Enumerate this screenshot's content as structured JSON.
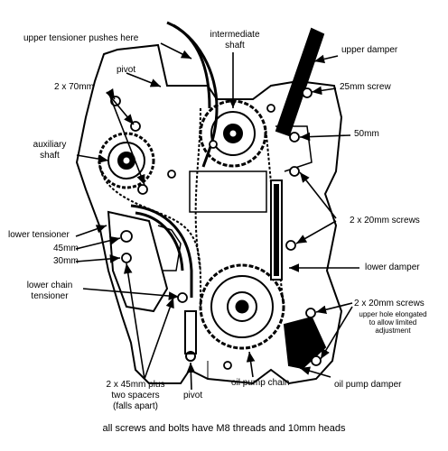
{
  "labels": {
    "upper_tensioner_pushes": "upper tensioner pushes here",
    "intermediate_shaft_1": "intermediate",
    "intermediate_shaft_2": "shaft",
    "upper_damper": "upper damper",
    "pivot_top": "pivot",
    "two_x_70mm": "2 x 70mm",
    "screw_25mm": "25mm screw",
    "auxiliary_shaft_1": "auxiliary",
    "auxiliary_shaft_2": "shaft",
    "mm50": "50mm",
    "two_x_20mm_screws_upper": "2 x 20mm screws",
    "lower_tensioner": "lower tensioner",
    "mm45": "45mm",
    "mm30": "30mm",
    "lower_damper": "lower damper",
    "lower_chain_tensioner_1": "lower chain",
    "lower_chain_tensioner_2": "tensioner",
    "two_x_20mm_screws_lower": "2 x 20mm screws",
    "upper_hole_note_1": "upper hole elongated",
    "upper_hole_note_2": "to allow limited",
    "upper_hole_note_3": "adjustment",
    "spacers_1": "2 x 45mm plus",
    "spacers_2": "two spacers",
    "spacers_3": "(falls apart)",
    "pivot_bottom": "pivot",
    "oil_pump_chain": "oil pump chain",
    "oil_pump_damper": "oil pump damper"
  },
  "caption": "all screws and bolts have M8 threads and 10mm heads"
}
